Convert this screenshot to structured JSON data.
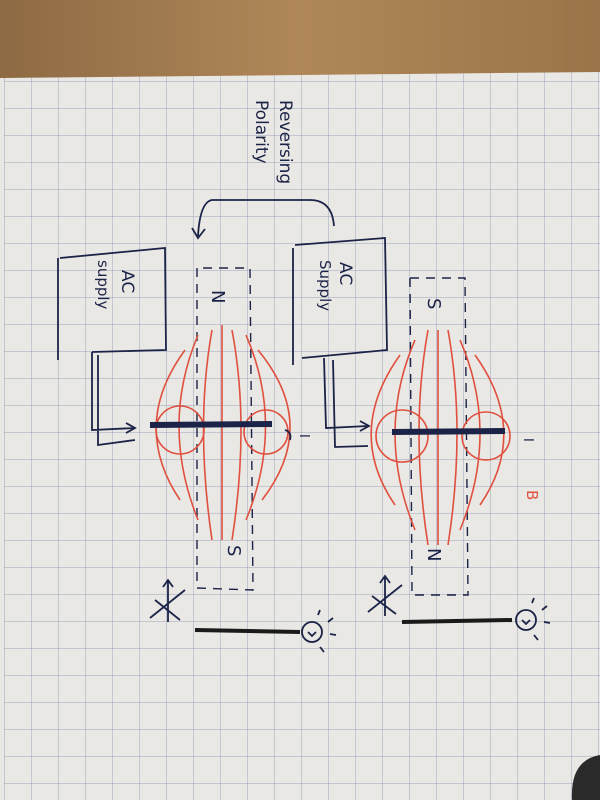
{
  "annotation": {
    "line1": "Reversing",
    "line2": "Polarity"
  },
  "left_setup": {
    "supply_line1": "AC",
    "supply_line2": "supply",
    "top_pole": "N",
    "bottom_pole": "S",
    "current_label": "I"
  },
  "right_setup": {
    "supply_line1": "AC",
    "supply_line2": "Supply",
    "top_pole": "S",
    "bottom_pole": "N",
    "current_label": "I",
    "field_label": "B"
  },
  "colors": {
    "ink": "#1c2348",
    "field": "#e0503f",
    "paper": "#e9e8e4",
    "table": "#a27b52"
  }
}
